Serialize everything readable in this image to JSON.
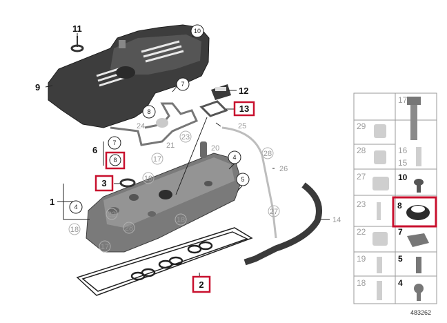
{
  "diagram_id": "483262",
  "colors": {
    "highlight": "#c8102e",
    "part_dark": "#3a3a3a",
    "part_mid": "#6b6b6b",
    "faded": "#b8b8b8"
  },
  "callouts": {
    "n1": "1",
    "n2": "2",
    "n3": "3",
    "n4a": "4",
    "n4b": "4",
    "n5": "5",
    "n6": "6",
    "n7a": "7",
    "n7b": "7",
    "n8a": "8",
    "n8b": "8",
    "n9": "9",
    "n10": "10",
    "n11": "11",
    "n12": "12",
    "n13": "13",
    "n14": "14",
    "n15": "15",
    "n16": "16",
    "n17a": "17",
    "n17b": "17",
    "n18a": "18",
    "n18b": "18",
    "n19a": "19",
    "n19b": "19",
    "n20": "20",
    "n21": "21",
    "n22": "22",
    "n23a": "23",
    "n23b": "23",
    "n24": "24",
    "n25": "25",
    "n26": "26",
    "n27a": "27",
    "n27b": "27",
    "n28a": "28",
    "n28b": "28",
    "n29": "29"
  },
  "side_panel": {
    "cells": [
      {
        "num": "17"
      },
      {
        "num": "29"
      },
      {
        "num": "28"
      },
      {
        "num": "16",
        "num2": "15"
      },
      {
        "num": "27"
      },
      {
        "num": "10"
      },
      {
        "num": "23"
      },
      {
        "num": "8"
      },
      {
        "num": "22"
      },
      {
        "num": "7"
      },
      {
        "num": "19"
      },
      {
        "num": "5"
      },
      {
        "num": "18"
      },
      {
        "num": "4"
      }
    ]
  }
}
